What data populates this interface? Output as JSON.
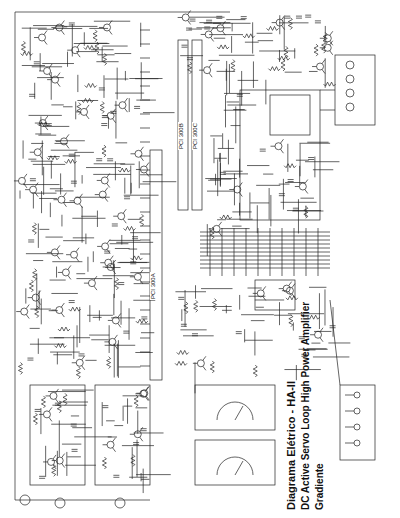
{
  "diagram": {
    "title": "Diagrama Elétrico - HA-II",
    "labels": [
      "DC Active Servo Loop High Power Amplifier",
      "Gradiente",
      "PCI 300A",
      "PCI 300B",
      "PCI 300C"
    ]
  }
}
